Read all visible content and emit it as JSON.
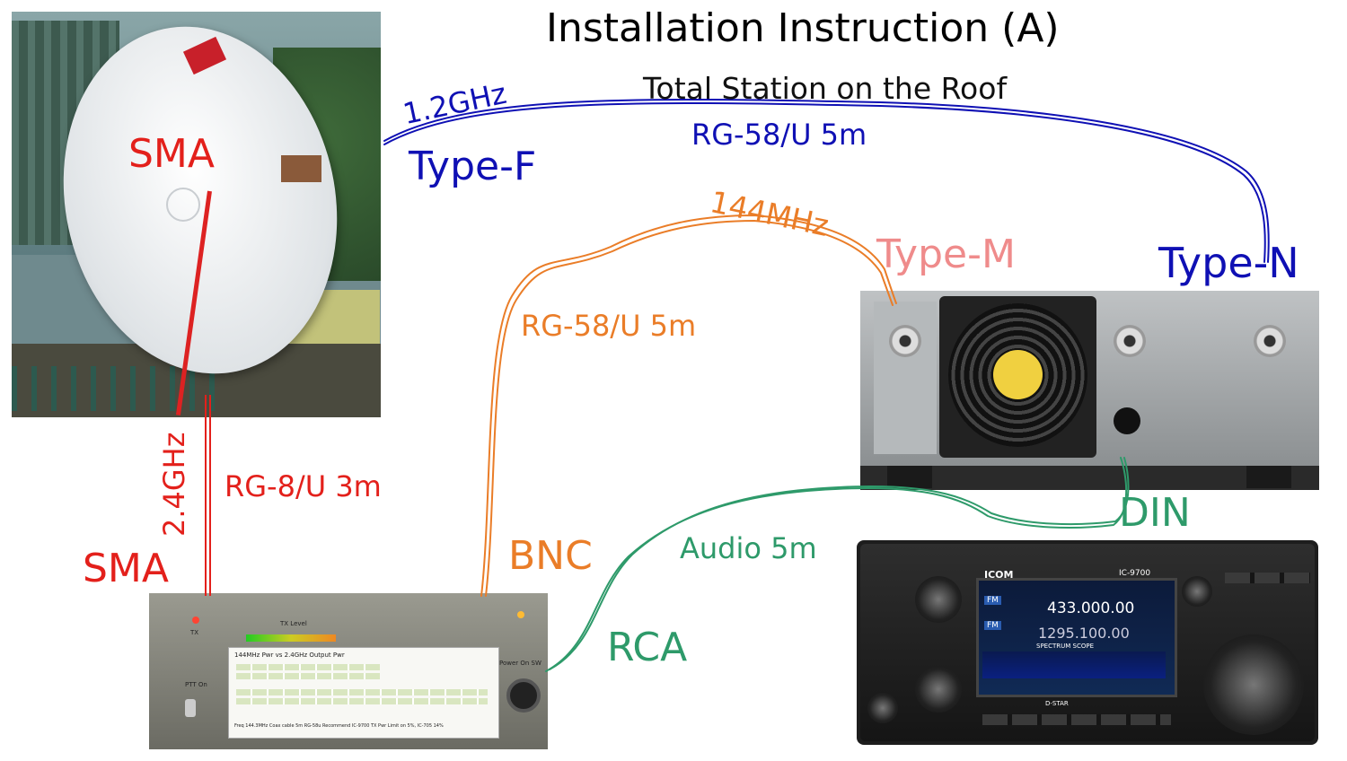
{
  "title": "Installation Instruction (A)",
  "subtitle": "Total Station on the Roof",
  "colors": {
    "uhf_blue": "#0f10b4",
    "vhf_orange": "#ea7d28",
    "sband_red": "#e3201b",
    "audio_green": "#2e9a6a",
    "type_m_pink": "#ef8b8b"
  },
  "labels": {
    "sma_top": "SMA",
    "sma_bottom": "SMA",
    "type_f": "Type-F",
    "freq_1200": "1.2GHz",
    "coax_1200": "RG-58/U 5m",
    "type_n": "Type-N",
    "freq_144": "144MHz",
    "type_m": "Type-M",
    "coax_144": "RG-58/U 5m",
    "freq_2400": "2.4GHz",
    "coax_2400": "RG-8/U 3m",
    "bnc": "BNC",
    "audio": "Audio 5m",
    "rca": "RCA",
    "din": "DIN"
  },
  "photos": {
    "dish": "parabolic-dish-antenna",
    "power_box": "power-control-box",
    "rear_panel": "transceiver-rear-panel",
    "front_panel": "transceiver-front-panel"
  },
  "power_box": {
    "tx_label": "TX",
    "tx_level": "TX Level",
    "ptt": "PTT On",
    "power_sw": "Power On SW",
    "table_title": "144MHz Pwr vs 2.4GHz Output Pwr",
    "footer": "Freq 144.3MHz   Coax cable 5m RG-58u   Recommend IC-9700 TX Pwr Limit on 5%, IC-705 14%"
  },
  "front_panel": {
    "brand": "ICOM",
    "model": "IC-9700",
    "mode_a": "FM",
    "freq_a": "433.000.00",
    "mode_b": "FM",
    "freq_b": "1295.100.00",
    "scope": "SPECTRUM SCOPE",
    "footer": "D-STAR"
  }
}
